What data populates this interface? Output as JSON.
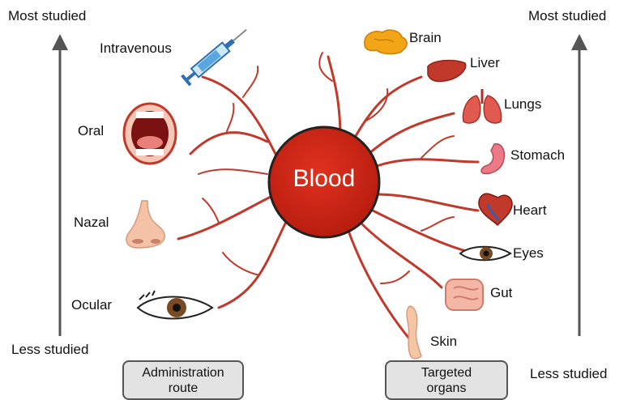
{
  "center": {
    "label": "Blood",
    "fill": "#d12a1c"
  },
  "left_axis": {
    "top": "Most studied",
    "bottom": "Less studied"
  },
  "right_axis": {
    "top": "Most studied",
    "bottom": "Less studied"
  },
  "routes": [
    "Intravenous",
    "Oral",
    "Nazal",
    "Ocular"
  ],
  "organs": [
    "Brain",
    "Liver",
    "Lungs",
    "Stomach",
    "Heart",
    "Eyes",
    "Gut",
    "Skin"
  ],
  "boxes": {
    "left_line1": "Administration",
    "left_line2": "route",
    "right_line1": "Targeted",
    "right_line2": "organs"
  },
  "colors": {
    "vessel": "#c0392b",
    "arrow": "#555555",
    "box_bg": "#e3e3e3"
  }
}
